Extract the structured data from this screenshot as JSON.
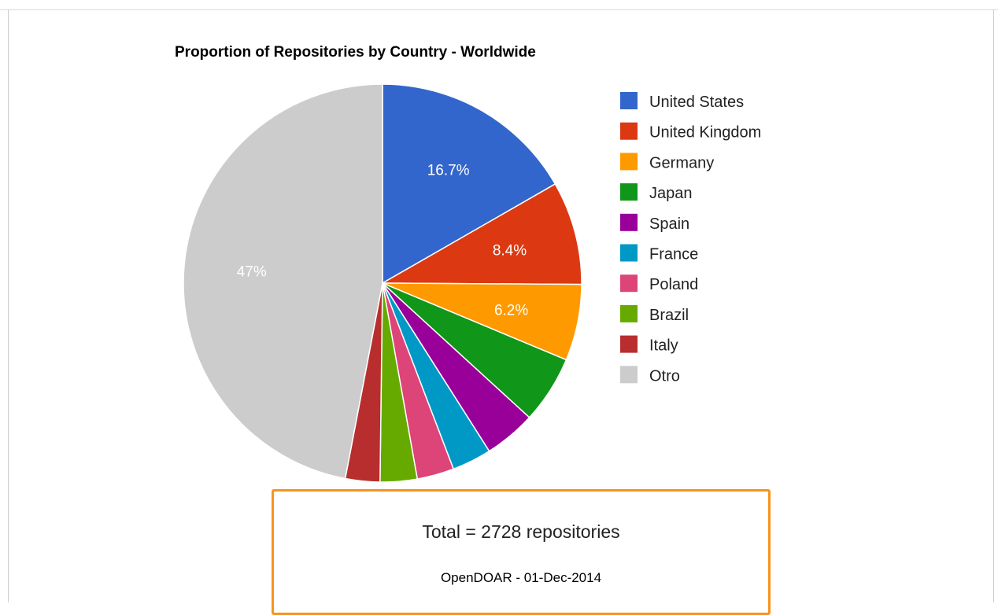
{
  "chart_data": {
    "type": "pie",
    "title": "Proportion of Repositories by Country - Worldwide",
    "categories": [
      "United States",
      "United Kingdom",
      "Germany",
      "Japan",
      "Spain",
      "France",
      "Poland",
      "Brazil",
      "Italy",
      "Otro"
    ],
    "values": [
      16.7,
      8.4,
      6.2,
      5.5,
      4.2,
      3.2,
      3.0,
      3.0,
      2.8,
      47.0
    ],
    "value_labels": [
      "16.7%",
      "8.4%",
      "6.2%",
      "",
      "",
      "",
      "",
      "",
      "",
      "47%"
    ],
    "colors": [
      "#3366cc",
      "#dc3912",
      "#ff9900",
      "#109618",
      "#990099",
      "#0099c6",
      "#dd4477",
      "#66aa00",
      "#b82e2e",
      "#cccccc"
    ],
    "legend_position": "right",
    "start_angle": "top, clockwise"
  },
  "info": {
    "total": "Total = 2728 repositories",
    "source": "OpenDOAR - 01-Dec-2014"
  }
}
